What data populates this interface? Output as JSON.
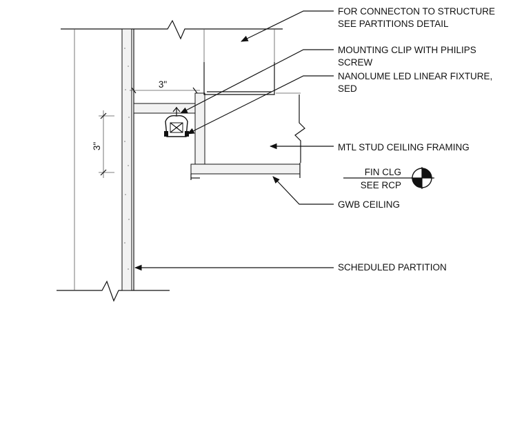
{
  "notes": {
    "structure_line1": "FOR CONNECTON TO STRUCTURE",
    "structure_line2": "SEE PARTITIONS DETAIL",
    "clip_line1": "MOUNTING CLIP WITH PHILIPS",
    "clip_line2": "SCREW",
    "fixture_line1": "NANOLUME LED LINEAR FIXTURE,",
    "fixture_line2": "SED",
    "framing": "MTL STUD CEILING FRAMING",
    "ceiling": "GWB CEILING",
    "partition": "SCHEDULED PARTITION"
  },
  "dimensions": {
    "horizontal": "3\"",
    "vertical": "3\""
  },
  "elevation_marker": {
    "top": "FIN CLG",
    "bottom": "SEE RCP"
  }
}
